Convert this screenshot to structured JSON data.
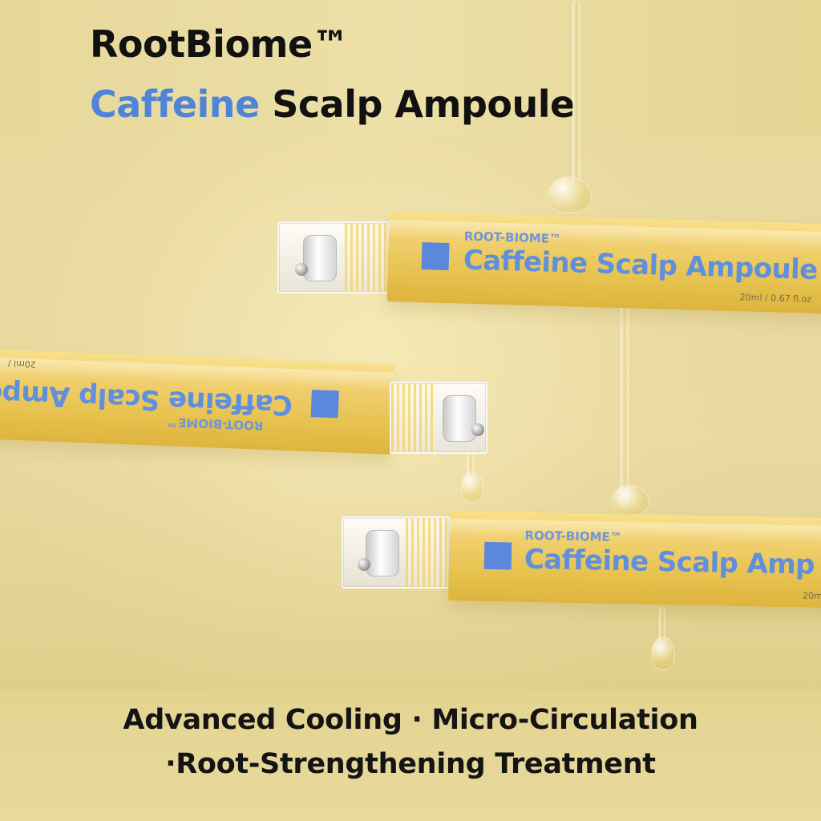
{
  "headline": {
    "line_1": "RootBiome™",
    "line_2_blue": "Caffeine",
    "line_2_black": "Scalp Ampoule"
  },
  "tubes": [
    {
      "brand_small": "ROOT-BIOME™",
      "brand_large": "Caffeine Scalp Ampoule",
      "volume": "20ml / 0.67 fl.oz"
    },
    {
      "brand_small": "ROOT-BIOME™",
      "brand_large": "Caffeine Scalp Ampo",
      "volume": "20ml /"
    },
    {
      "brand_small": "ROOT-BIOME™",
      "brand_large": "Caffeine Scalp Amp",
      "volume": "20m"
    }
  ],
  "footer": {
    "line_1": "Advanced Cooling · Micro-Circulation",
    "line_2": "·Root-Strengthening Treatment"
  },
  "colors": {
    "background": "#e8d99d",
    "tube": "#f0cf6e",
    "accent_blue": "#5f8fdd",
    "text_dark": "#111111"
  }
}
